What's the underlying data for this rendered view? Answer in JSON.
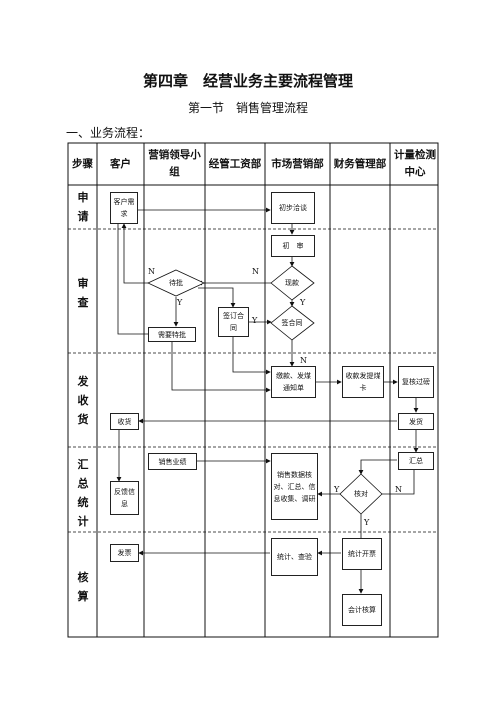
{
  "title": "第四章　经营业务主要流程管理",
  "subtitle": "第一节　销售管理流程",
  "section_heading": "一、业务流程：",
  "header": {
    "step": "步骤",
    "customer": "客户",
    "sales_leader": "营销领导小组",
    "business_mgmt": "经管工资部",
    "marketing": "市场营销部",
    "finance": "财务管理部",
    "metering": "计量检测中心"
  },
  "steps": {
    "apply": "申请",
    "review": "审查",
    "ship": "发收货",
    "summary": "汇总统计",
    "accounting": "核算"
  },
  "boxes": {
    "customer_need": "客户需求",
    "initial_talk": "初步洽谈",
    "initial_review": "初　审",
    "pending_approval": "待批",
    "cash": "现款",
    "sign_contract": "签订合同",
    "sign_contract_2": "签合同",
    "special_approval": "需要特批",
    "payment_notice": "缴款、发煤通知单",
    "receipt_card": "收款发提煤卡",
    "reweigh": "复核过磅",
    "receive_goods": "收货",
    "deliver": "发货",
    "sales_ledger": "销售业绩",
    "sales_data": "销售数据核对、汇总、信息收集、调研",
    "summary_box": "汇总",
    "feedback": "反馈信息",
    "check": "核对",
    "invoice": "发票",
    "stats_review": "统计、查验",
    "stats_invoice": "统计开票",
    "accounting_calc": "会计核算"
  },
  "labels": {
    "n": "N",
    "y": "Y"
  }
}
